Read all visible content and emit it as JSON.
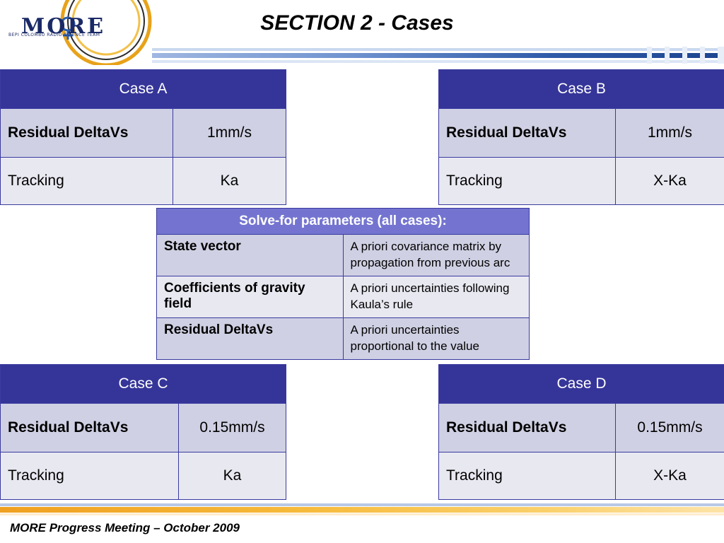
{
  "logo": {
    "word": "MORE",
    "subtitle": "BEPI COLOMBO RADIO-SCIENCE TEAM"
  },
  "title": "SECTION 2 - Cases",
  "cases": [
    {
      "header": "Case A",
      "row1_label": "Residual DeltaVs",
      "row1_value": "1mm/s",
      "row2_label": "Tracking",
      "row2_value": "Ka"
    },
    {
      "header": "Case B",
      "row1_label": "Residual DeltaVs",
      "row1_value": "1mm/s",
      "row2_label": "Tracking",
      "row2_value": "X-Ka"
    },
    {
      "header": "Case C",
      "row1_label": "Residual DeltaVs",
      "row1_value": "0.15mm/s",
      "row2_label": "Tracking",
      "row2_value": "Ka"
    },
    {
      "header": "Case D",
      "row1_label": "Residual DeltaVs",
      "row1_value": "0.15mm/s",
      "row2_label": "Tracking",
      "row2_value": "X-Ka"
    }
  ],
  "solve_for": {
    "header": "Solve-for parameters (all cases):",
    "rows": [
      {
        "param": "State vector",
        "desc": "A priori covariance matrix by propagation from previous arc"
      },
      {
        "param": "Coefficients of gravity field",
        "desc": "A priori uncertainties following Kaula’s rule"
      },
      {
        "param": "Residual DeltaVs",
        "desc": "A priori uncertainties proportional to the value"
      }
    ]
  },
  "footer": "MORE Progress Meeting – October 2009",
  "colors": {
    "header_blue": "#353599",
    "solve_header": "#7474d0",
    "row_dark": "#cfd0e3",
    "row_light": "#e8e8f1",
    "footer_orange": "#f6b93a"
  }
}
